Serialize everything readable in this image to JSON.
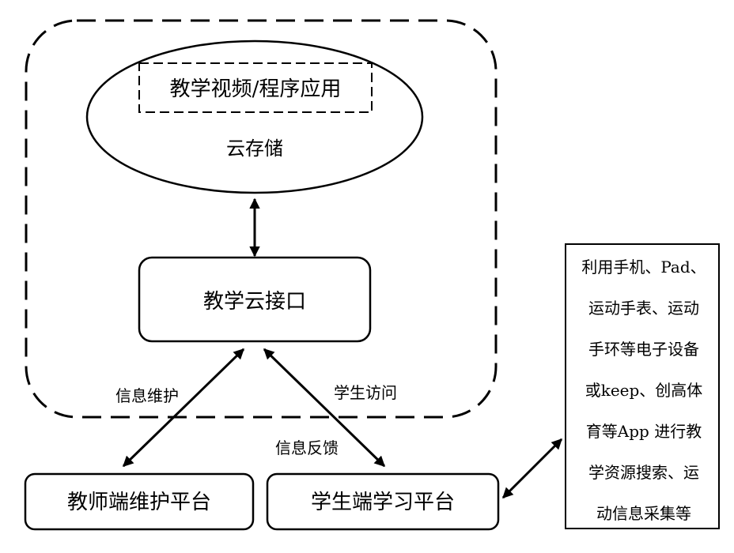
{
  "diagram": {
    "cloud_region": {
      "storage": {
        "inner_label": "教学视频/程序应用",
        "label": "云存储"
      },
      "interface_label": "教学云接口"
    },
    "edges": {
      "teacher_edge_label": "信息维护",
      "student_edge_label": "学生访问",
      "feedback_label": "信息反馈"
    },
    "teacher_platform_label": "教师端维护平台",
    "student_platform_label": "学生端学习平台",
    "side_note": {
      "lines": [
        "利用手机、Pad、",
        "运动手表、运动",
        "手环等电子设备",
        "或keep、创高体",
        "育等App 进行教",
        "学资源搜索、运",
        "动信息采集等"
      ]
    }
  }
}
